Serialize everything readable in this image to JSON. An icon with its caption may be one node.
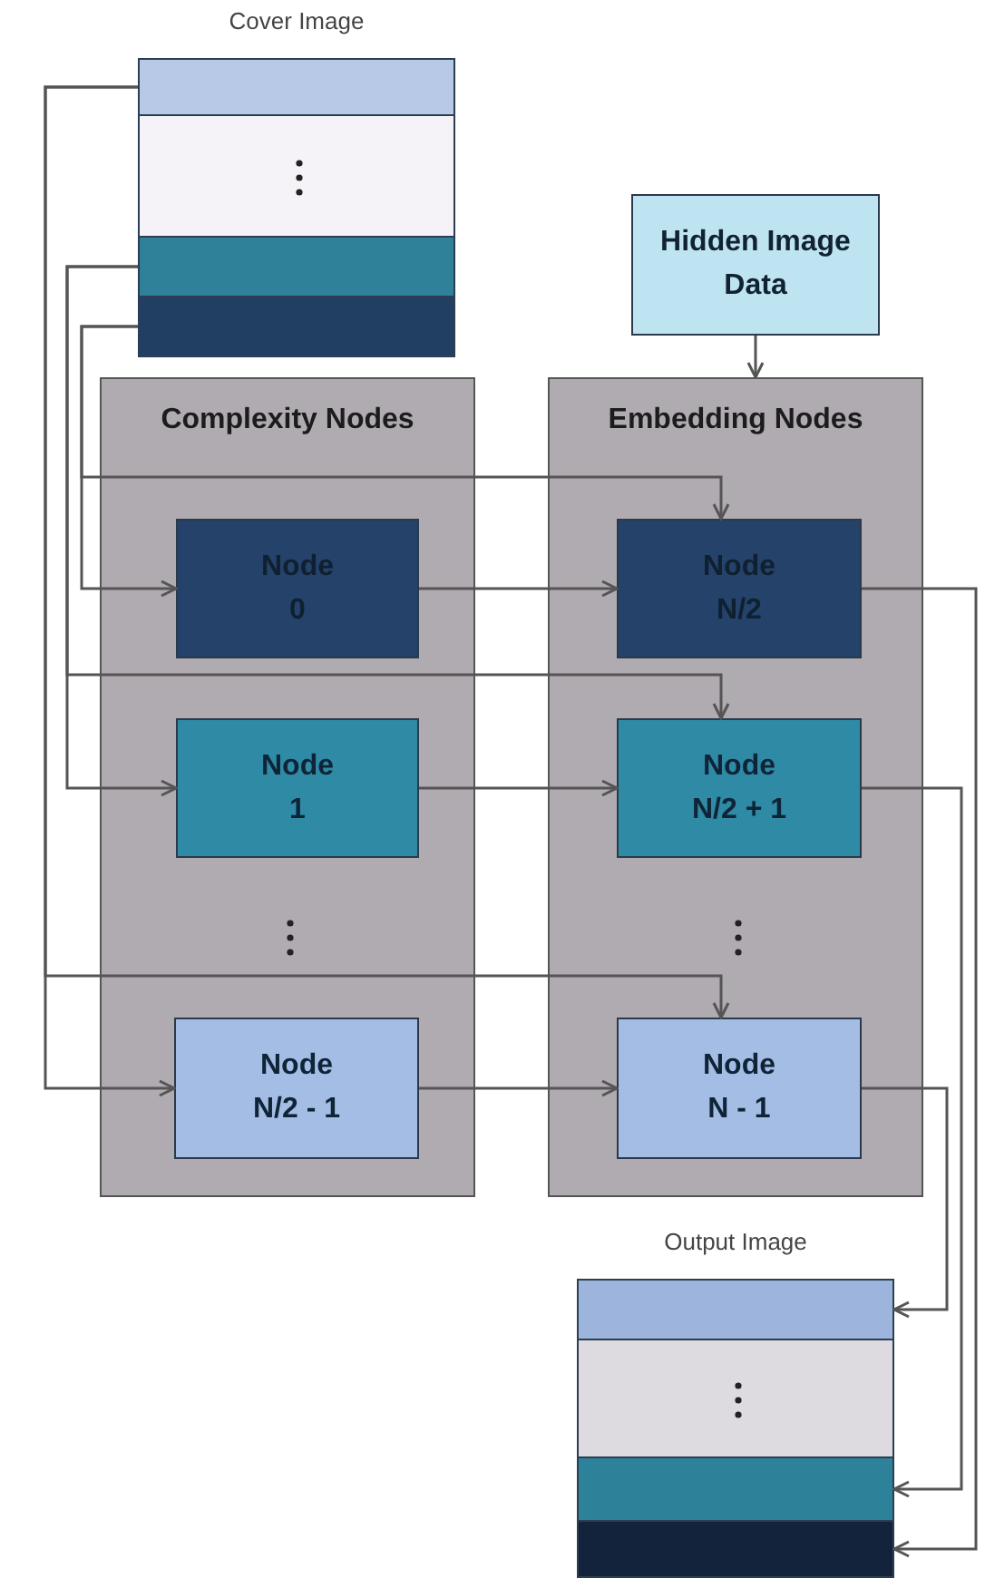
{
  "diagram": {
    "nodes": [
      {
        "text": [
          "Cover Image"
        ]
      },
      {
        "text": [],
        "shape": "bar",
        "in": 0
      },
      {
        "text": [],
        "shape": "bar",
        "in": 0
      },
      {
        "text": [],
        "shape": "bar",
        "in": 0
      },
      {
        "text": [],
        "shape": "bar",
        "in": 0
      },
      {
        "text": [
          "Hidden Image Data"
        ]
      },
      {
        "text": [
          "Complexity Nodes"
        ]
      },
      {
        "text": [
          "Node 0"
        ],
        "in": 6
      },
      {
        "text": [
          "Node 1"
        ],
        "in": 6
      },
      {
        "text": [
          "Node N/2 - 1"
        ],
        "in": 6
      },
      {
        "text": [
          "Embedding Nodes"
        ]
      },
      {
        "text": [
          "Node N/2"
        ],
        "in": 10
      },
      {
        "text": [
          "Node N/2 + 1"
        ],
        "in": 10
      },
      {
        "text": [
          "Node N - 1"
        ],
        "in": 10
      },
      {
        "text": [
          "Output Image"
        ]
      },
      {
        "text": [],
        "shape": "bar",
        "in": 14
      },
      {
        "text": [],
        "shape": "bar",
        "in": 14
      },
      {
        "text": [],
        "shape": "bar",
        "in": 14
      },
      {
        "text": [],
        "shape": "bar",
        "in": 14
      }
    ],
    "edges": [
      {
        "from": 4,
        "to": 7,
        "arrow": "to"
      },
      {
        "from": 4,
        "to": 11,
        "arrow": "to"
      },
      {
        "from": 3,
        "to": 8,
        "arrow": "to"
      },
      {
        "from": 3,
        "to": 12,
        "arrow": "to"
      },
      {
        "from": 1,
        "to": 9,
        "arrow": "to"
      },
      {
        "from": 1,
        "to": 13,
        "arrow": "to"
      },
      {
        "from": 5,
        "to": 10,
        "arrow": "to"
      },
      {
        "from": 7,
        "to": 11,
        "arrow": "to"
      },
      {
        "from": 8,
        "to": 12,
        "arrow": "to"
      },
      {
        "from": 9,
        "to": 13,
        "arrow": "to"
      },
      {
        "from": 11,
        "to": 18,
        "arrow": "to"
      },
      {
        "from": 12,
        "to": 17,
        "arrow": "to"
      },
      {
        "from": 13,
        "to": 15,
        "arrow": "to"
      }
    ]
  }
}
